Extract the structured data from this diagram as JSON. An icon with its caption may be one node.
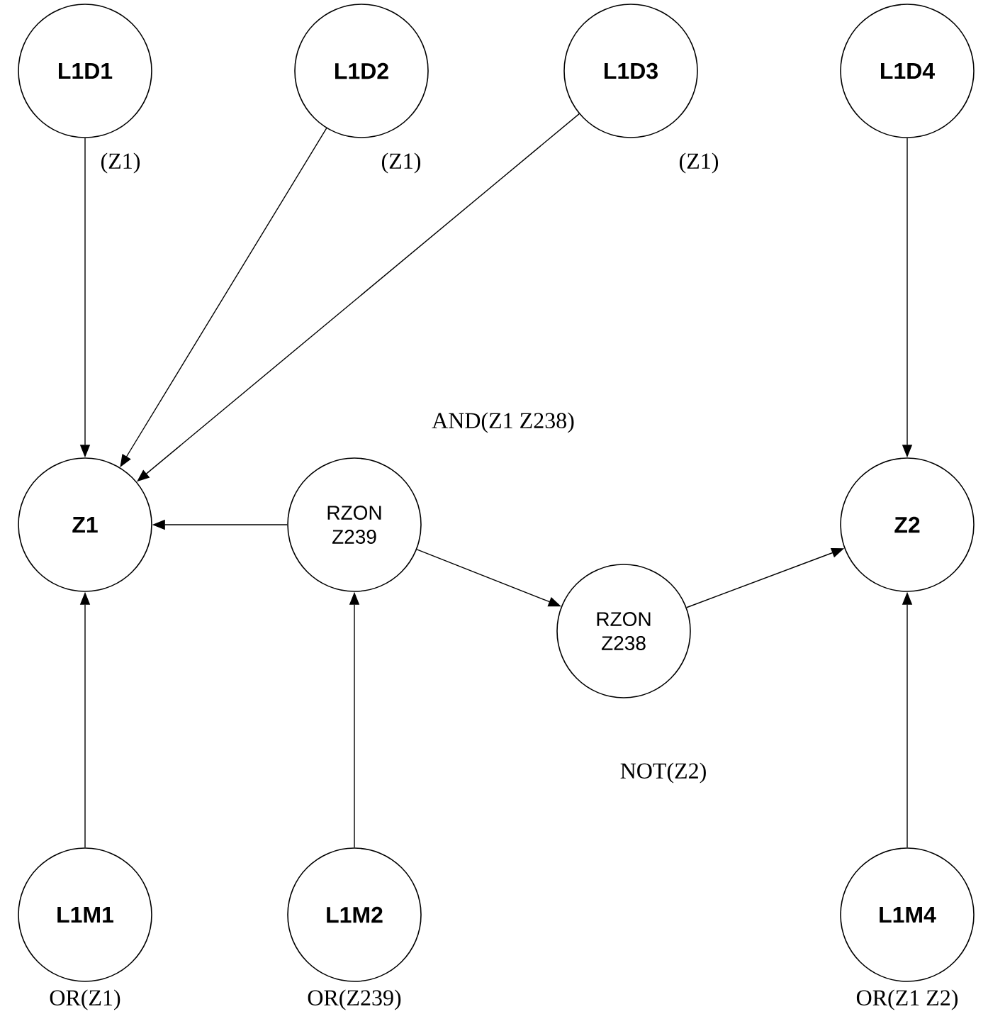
{
  "diagram": {
    "nodes": [
      {
        "text": [
          "L1D1"
        ],
        "beside": [
          "(Z1)"
        ]
      },
      {
        "text": [
          "L1D2"
        ],
        "beside": [
          "(Z1)"
        ]
      },
      {
        "text": [
          "L1D3"
        ],
        "beside": [
          "(Z1)"
        ]
      },
      {
        "text": [
          "L1D4"
        ]
      },
      {
        "text": [
          "Z1"
        ]
      },
      {
        "text": [
          "RZON Z239"
        ],
        "beside": [
          "AND(Z1 Z238)"
        ]
      },
      {
        "text": [
          "Z2"
        ]
      },
      {
        "text": [
          "RZON Z238"
        ],
        "beside": [
          "NOT(Z2)"
        ]
      },
      {
        "text": [
          "L1M1"
        ],
        "beside": [
          "OR(Z1)"
        ]
      },
      {
        "text": [
          "L1M2"
        ],
        "beside": [
          "OR(Z239)"
        ]
      },
      {
        "text": [
          "L1M4"
        ],
        "beside": [
          "OR(Z1 Z2)"
        ]
      }
    ],
    "edges": [
      {
        "from": 0,
        "to": 4,
        "arrow": "to"
      },
      {
        "from": 1,
        "to": 4,
        "arrow": "to"
      },
      {
        "from": 2,
        "to": 4,
        "arrow": "to"
      },
      {
        "from": 3,
        "to": 6,
        "arrow": "to"
      },
      {
        "from": 5,
        "to": 4,
        "arrow": "to"
      },
      {
        "from": 5,
        "to": 7,
        "arrow": "to"
      },
      {
        "from": 7,
        "to": 6,
        "arrow": "to"
      },
      {
        "from": 8,
        "to": 4,
        "arrow": "to"
      },
      {
        "from": 9,
        "to": 5,
        "arrow": "to"
      },
      {
        "from": 10,
        "to": 6,
        "arrow": "to"
      }
    ]
  }
}
